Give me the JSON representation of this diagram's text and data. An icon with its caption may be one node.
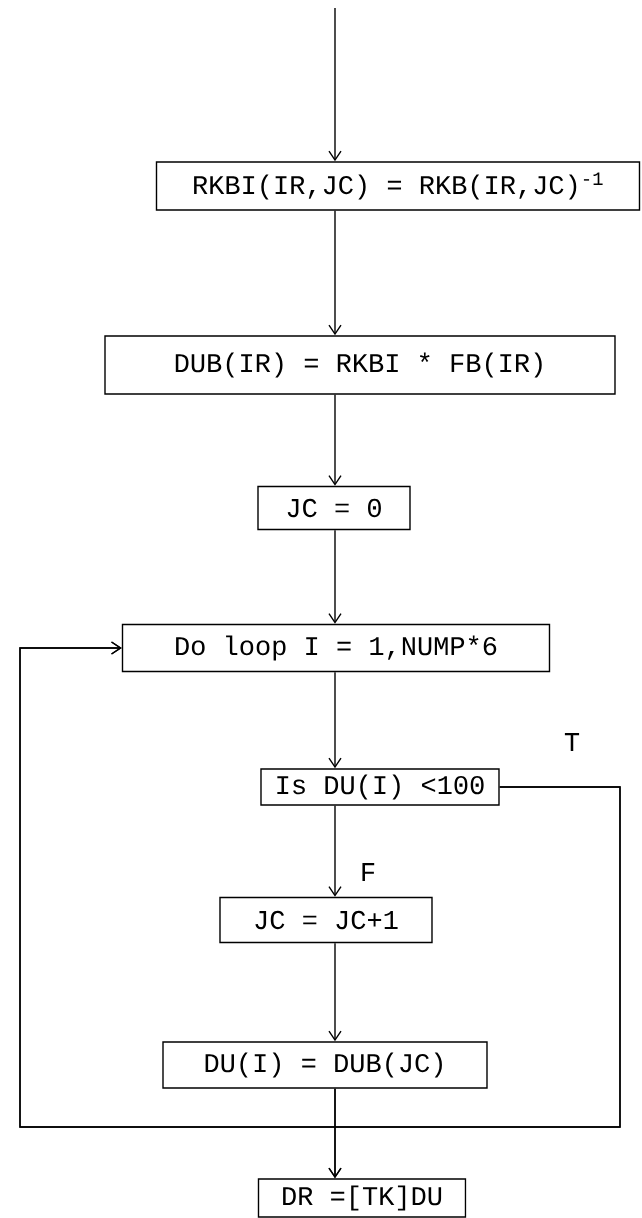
{
  "diagram": {
    "nodes": [
      {
        "text": [
          "RKBI(IR,JC) = RKB(IR,JC)$^{-1}$"
        ]
      },
      {
        "text": [
          "DUB(IR) = RKBI * FB(IR)"
        ]
      },
      {
        "text": [
          "JC = 0"
        ]
      },
      {
        "text": [
          "Do loop I = 1,NUMP*6"
        ]
      },
      {
        "text": [
          "Is DU(I) <100"
        ]
      },
      {
        "text": [
          "JC = JC+1"
        ]
      },
      {
        "text": [
          "DU(I) = DUB(JC)"
        ]
      },
      {
        "text": [
          "DR =[TK]DU"
        ]
      }
    ],
    "edges": [
      {
        "from": null,
        "to": 0,
        "arrow": "to"
      },
      {
        "from": 0,
        "to": 1,
        "arrow": "to"
      },
      {
        "from": 1,
        "to": 2,
        "arrow": "to"
      },
      {
        "from": 2,
        "to": 3,
        "arrow": "to"
      },
      {
        "from": 3,
        "to": 4,
        "arrow": "to"
      },
      {
        "from": 4,
        "to": 5,
        "arrow": "to",
        "label": "F"
      },
      {
        "from": 4,
        "to": 3,
        "arrow": "to",
        "label": "T"
      },
      {
        "from": 4,
        "to": 7,
        "arrow": "to"
      },
      {
        "from": 6,
        "to": 3,
        "arrow": "to"
      },
      {
        "from": 6,
        "to": 7,
        "arrow": "to"
      },
      {
        "from": 5,
        "to": 6,
        "arrow": "to"
      }
    ]
  }
}
